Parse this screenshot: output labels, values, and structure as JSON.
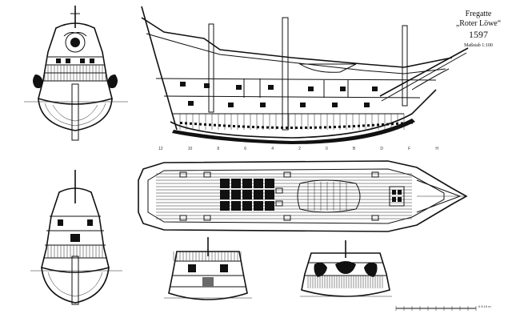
{
  "title_block": {
    "line1": "Fregatte",
    "line2": "„Roter Löwe“",
    "line3": "1597",
    "line4": "Maßstab 1:100"
  },
  "station_marks": [
    "12",
    "10",
    "8",
    "6",
    "4",
    "2",
    "0",
    "B",
    "D",
    "F",
    "H"
  ],
  "scale_bar_label": "0 5 10 m",
  "colors": {
    "ink": "#111111",
    "paper": "#ffffff"
  }
}
